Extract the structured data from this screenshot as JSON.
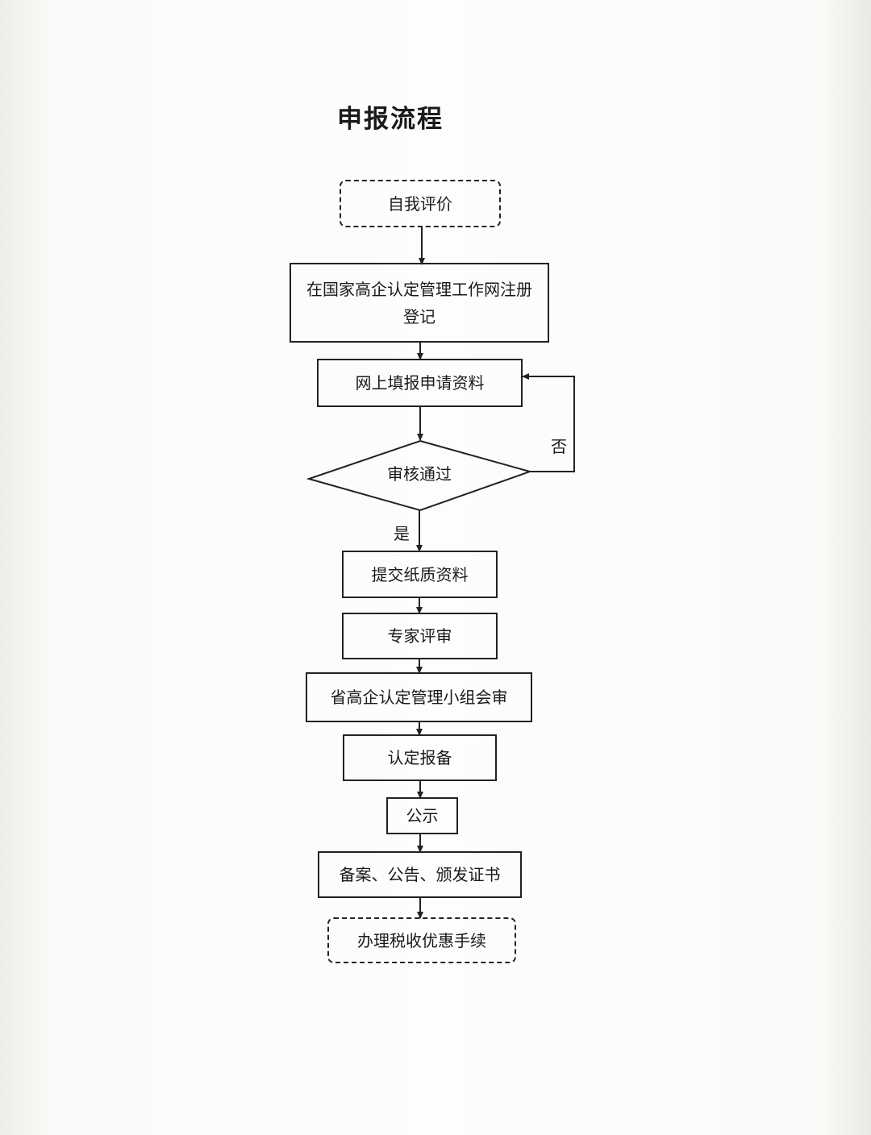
{
  "title": "申报流程",
  "nodes": {
    "self_eval": "自我评价",
    "register": "在国家高企认定管理工作网注册登记",
    "fill_online": "网上填报申请资料",
    "review": "审核通过",
    "submit_paper": "提交纸质资料",
    "expert_review": "专家评审",
    "provincial_review": "省高企认定管理小组会审",
    "filing": "认定报备",
    "publicity": "公示",
    "certificate": "备案、公告、颁发证书",
    "tax": "办理税收优惠手续"
  },
  "edges": {
    "no_label": "否",
    "yes_label": "是"
  }
}
